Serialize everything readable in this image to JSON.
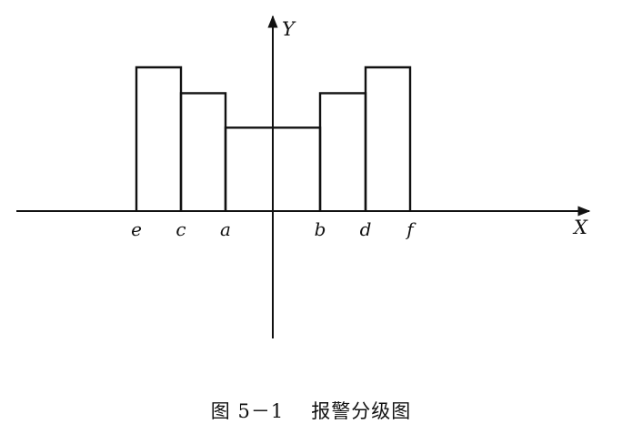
{
  "caption": {
    "number": "图 5－1",
    "title": "报警分级图"
  },
  "chart_data": {
    "type": "bar",
    "x_axis_label": "X",
    "y_axis_label": "Y",
    "x_tick_labels": [
      "e",
      "c",
      "a",
      "b",
      "d",
      "f"
    ],
    "bars": [
      {
        "from": "e",
        "to": "c",
        "height": 5
      },
      {
        "from": "c",
        "to": "a",
        "height": 4.1
      },
      {
        "from": "a",
        "to": "b",
        "height": 2.9
      },
      {
        "from": "b",
        "to": "d",
        "height": 4.1
      },
      {
        "from": "d",
        "to": "f",
        "height": 5
      }
    ],
    "ylim": [
      0,
      5
    ]
  }
}
